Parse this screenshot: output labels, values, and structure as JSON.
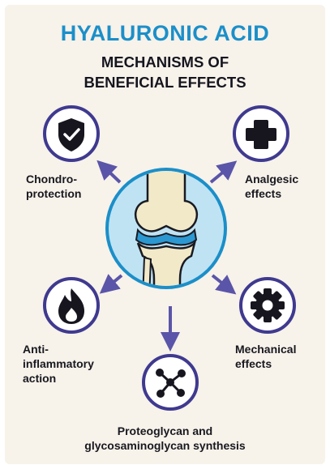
{
  "title": "HYALURONIC ACID",
  "subtitle_line1": "MECHANISMS OF",
  "subtitle_line2": "BENEFICIAL EFFECTS",
  "colors": {
    "title": "#1b8fc9",
    "ring": "#3f3a8f",
    "arrow": "#5a55a8",
    "center_fill": "#bfe3f3",
    "center_ring": "#1b8fc9",
    "bone": "#f2e9c9",
    "cartilage": "#2b98d2",
    "icon": "#17161f"
  },
  "center": {
    "icon": "knee-joint-icon"
  },
  "effects": {
    "chondroprotection": {
      "label": "Chondro-\nprotection",
      "icon": "shield-check-icon"
    },
    "analgesic": {
      "label": "Analgesic\neffects",
      "icon": "medical-cross-icon"
    },
    "anti_inflammatory": {
      "label": "Anti-\ninflammatory\naction",
      "icon": "flame-icon"
    },
    "mechanical": {
      "label": "Mechanical\neffects",
      "icon": "gear-icon"
    },
    "synthesis": {
      "label": "Proteoglycan and\nglycosaminoglycan synthesis",
      "icon": "molecule-icon"
    }
  }
}
